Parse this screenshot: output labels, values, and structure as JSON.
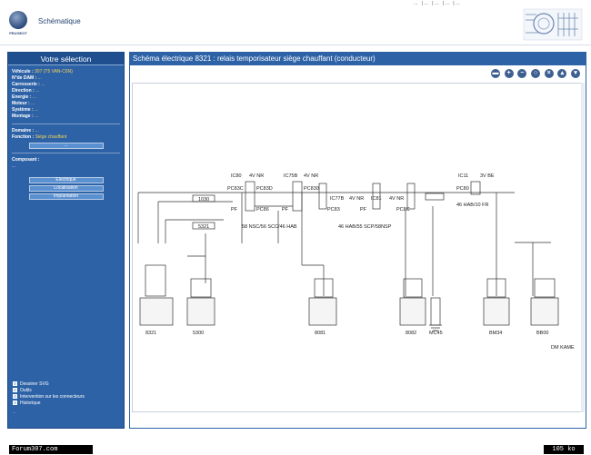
{
  "header": {
    "brand": "PEUGEOT",
    "app_title": "Schématique",
    "links": [
      "...",
      "...",
      "...",
      "...",
      "..."
    ]
  },
  "sidebar": {
    "title": "Votre sélection",
    "fields": [
      {
        "label": "Véhicule :",
        "value": "307 (T5 VAN-C6N)"
      },
      {
        "label": "N°de DAM :",
        "value": "..."
      },
      {
        "label": "Carrosserie :",
        "value": "..."
      },
      {
        "label": "Direction :",
        "value": "..."
      },
      {
        "label": "Energie :",
        "value": "..."
      },
      {
        "label": "Moteur :",
        "value": "..."
      },
      {
        "label": "Système :",
        "value": "..."
      },
      {
        "label": "Montage :",
        "value": "..."
      }
    ],
    "domain": {
      "label": "Domaine :",
      "value": "..."
    },
    "function": {
      "label": "Fonction :",
      "value": "Siège chauffant"
    },
    "btn_other_function": "...",
    "component_label": "Composant :",
    "component_text": "...",
    "btn_schematic": "Electrique",
    "btn_location": "Localisation",
    "btn_implantation": "Implantation",
    "checks": [
      "Dessiner SVG",
      "Outils",
      "Intervention sur les connecteurs",
      "Historique"
    ],
    "footer_small": "..."
  },
  "main": {
    "title": "Schéma électrique 8321 : relais temporisateur siège chauffant (conducteur)",
    "toolbar": [
      "print-icon",
      "zoom-in-icon",
      "zoom-out-icon",
      "search-icon",
      "close-icon",
      "up-icon",
      "down-icon"
    ]
  },
  "diagram": {
    "conn_top": [
      "IC80",
      "4V NR",
      "IC75B",
      "4V NR",
      "IC11",
      "3V BE"
    ],
    "conn_top_mid": [
      "IC77B",
      "4V NR",
      "IC81",
      "4V NR"
    ],
    "labels_left": [
      "1030",
      "5321"
    ],
    "text_58": "58 NSC/56 SCC/46 HAB",
    "text_46a": "46 HAB/55 SCP/58NSP",
    "text_46b": "46 HAB/10 FR",
    "pins": [
      "PC83C",
      "PC83D",
      "PC830",
      "PC80",
      "PC86",
      "PF",
      "PF",
      "PC83",
      "PF",
      "PC8C"
    ],
    "components": [
      "8321",
      "5300",
      "8081",
      "8082",
      "MC45",
      "BM34",
      "BB00"
    ],
    "caption_right": "DM KAME"
  },
  "footer": {
    "left": "Forum307.com",
    "right": "105 ko"
  }
}
